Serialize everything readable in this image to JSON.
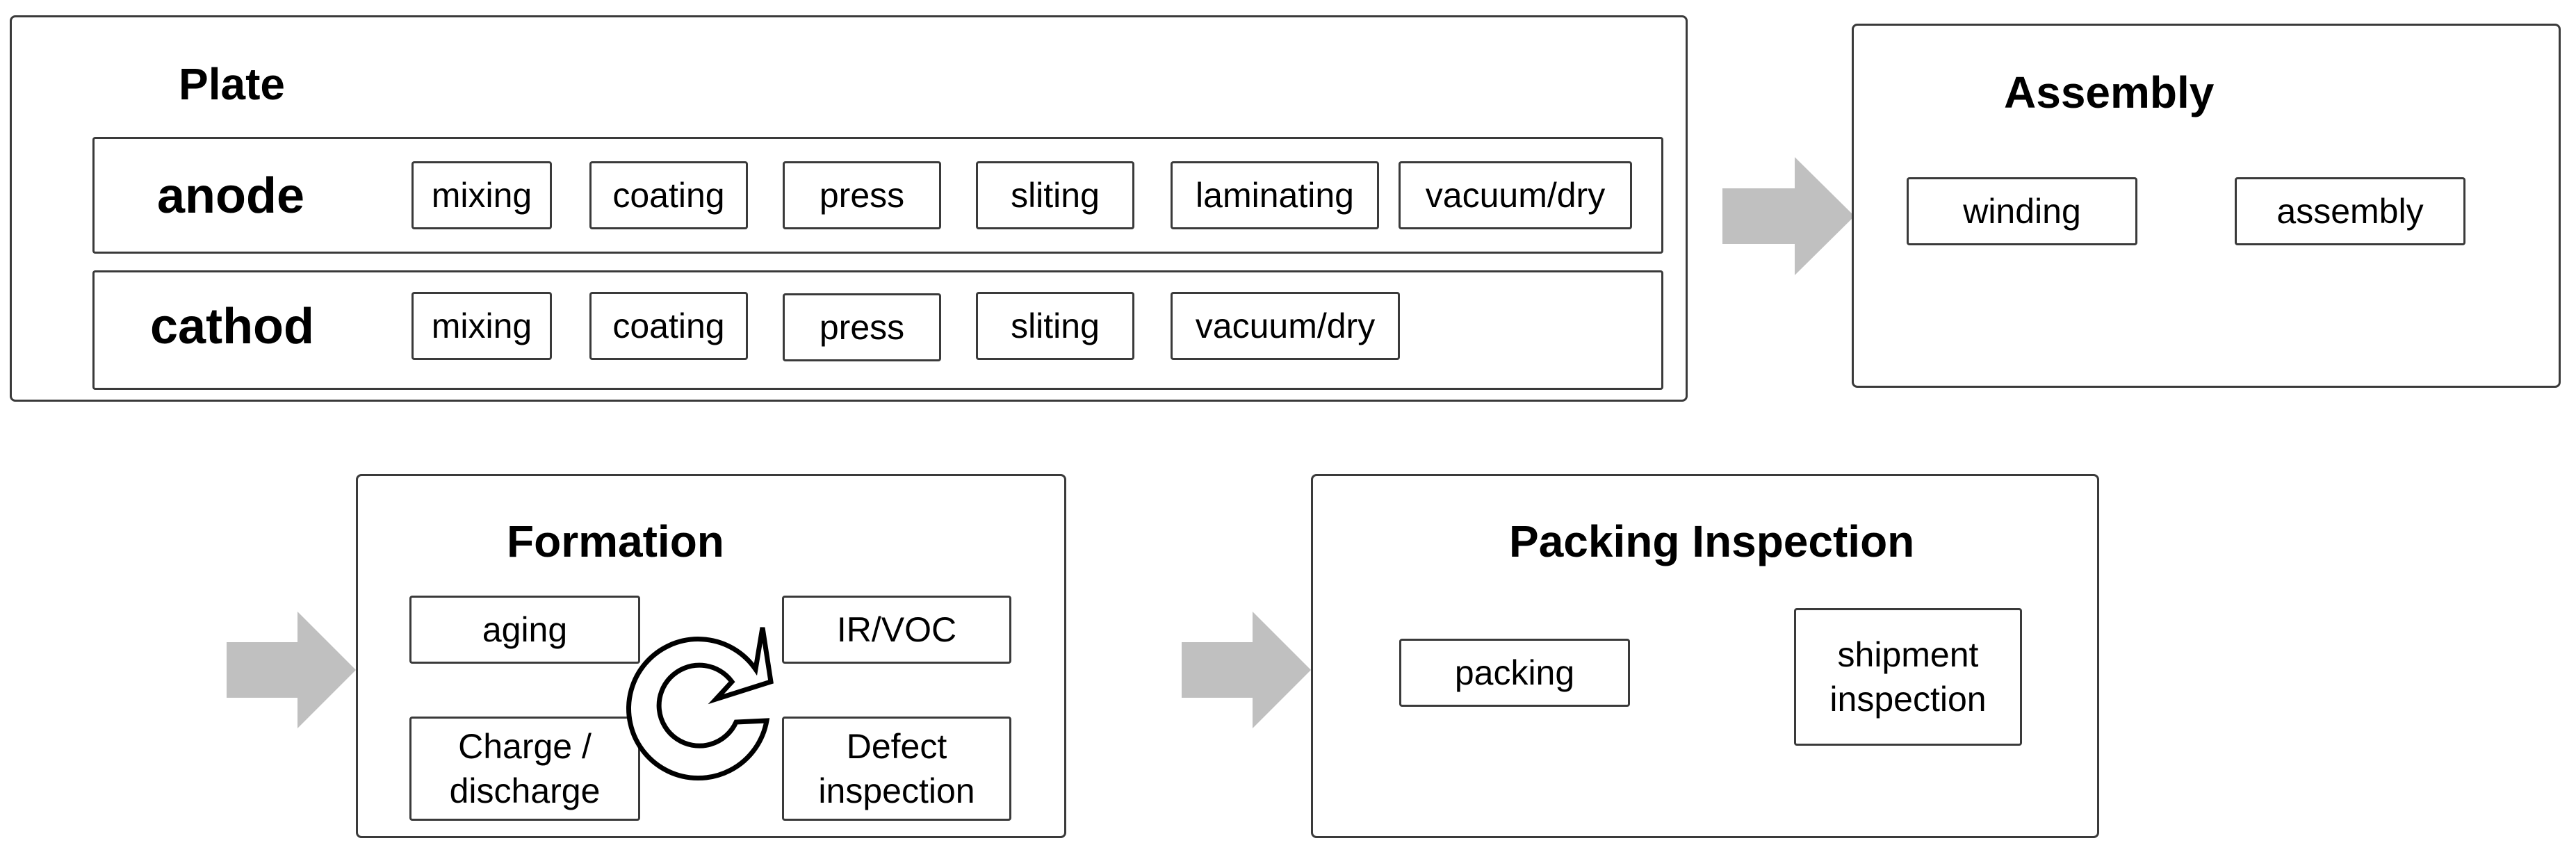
{
  "plate": {
    "title": "Plate",
    "anode": {
      "label": "anode",
      "steps": [
        "mixing",
        "coating",
        "press",
        "sliting",
        "laminating",
        "vacuum/dry"
      ]
    },
    "cathode": {
      "label": "cathod",
      "steps": [
        "mixing",
        "coating",
        "press",
        "sliting",
        "vacuum/dry"
      ]
    }
  },
  "assembly": {
    "title": "Assembly",
    "steps": [
      "winding",
      "assembly"
    ]
  },
  "formation": {
    "title": "Formation",
    "steps": [
      "aging",
      "IR/VOC",
      "Charge /\ndischarge",
      "Defect\ninspection"
    ],
    "icon": "cycle-arrow-icon"
  },
  "packing": {
    "title": "Packing Inspection",
    "steps": [
      "packing",
      "shipment\ninspection"
    ]
  },
  "colors": {
    "arrow": "#c0c0c0",
    "border": "#3a3a3a"
  }
}
